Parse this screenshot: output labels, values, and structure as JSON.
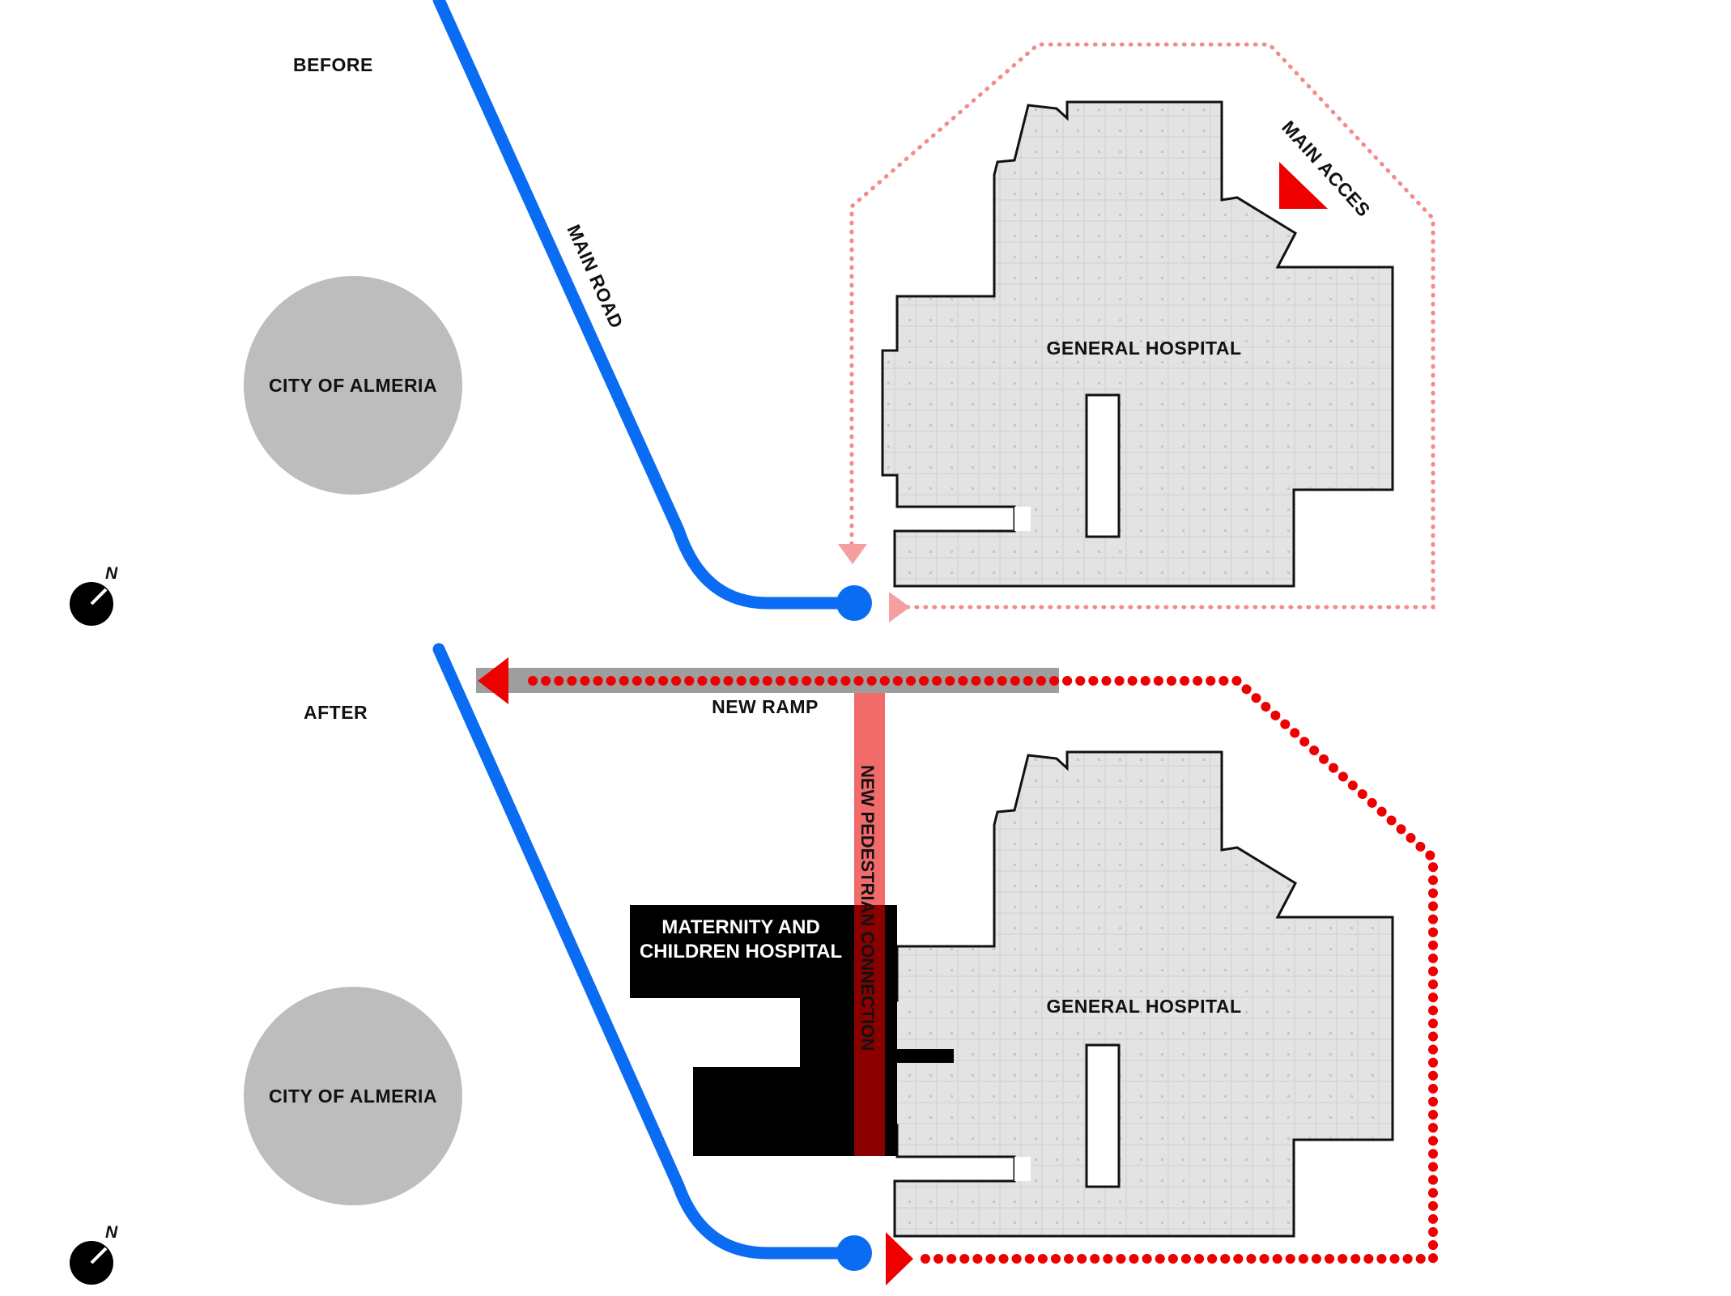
{
  "panels": {
    "before": {
      "title": "BEFORE",
      "main_road_label": "MAIN ROAD",
      "city_label": "CITY OF ALMERIA",
      "hospital_label": "GENERAL HOSPITAL",
      "main_access_label": "MAIN ACCES",
      "north_label": "N"
    },
    "after": {
      "title": "AFTER",
      "ramp_label": "NEW RAMP",
      "pedestrian_label": "NEW PEDESTRIAN CONNECTION",
      "maternity_line1": "MATERNITY AND",
      "maternity_line2": "CHILDREN HOSPITAL",
      "city_label": "CITY OF ALMERIA",
      "hospital_label": "GENERAL HOSPITAL",
      "north_label": "N"
    }
  },
  "colors": {
    "road": "#0a6cf2",
    "route_before": "#f28b8b",
    "route_after": "#ee0000",
    "pedestrian": "#f26b6b",
    "pedestrian_dark": "#8a0000",
    "ramp": "#9e9e9e",
    "city": "#bdbdbd",
    "building": "#e3e3e3",
    "maternity": "#000000"
  },
  "icons": {
    "north": "compass-north-icon",
    "access": "triangle-arrow-icon"
  }
}
